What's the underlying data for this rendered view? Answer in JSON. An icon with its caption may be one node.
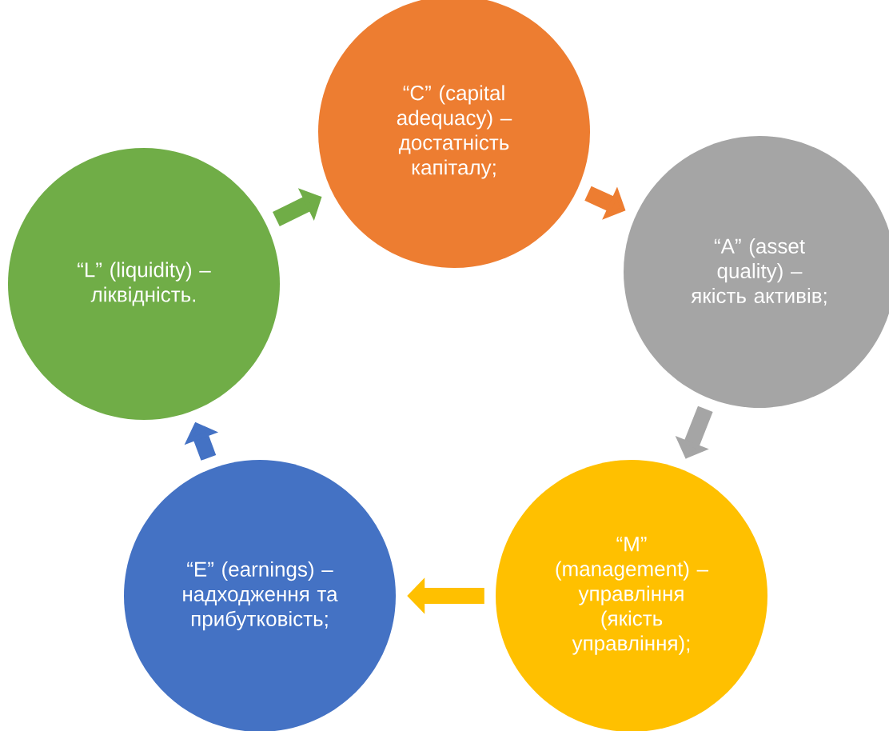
{
  "diagram": {
    "nodes": [
      {
        "text": [
          "“C” (capital adequacy) – достатність капіталу;"
        ]
      },
      {
        "text": [
          "“A” (asset quality) – якість активів;"
        ]
      },
      {
        "text": [
          "“M” (management) – управління (якість управління);"
        ]
      },
      {
        "text": [
          "“E” (earnings) – надходження та прибутковість;"
        ]
      },
      {
        "text": [
          "“L” (liquidity) – ліквідність."
        ]
      }
    ],
    "edges": [
      {
        "from": 0,
        "to": 1,
        "arrow": "to",
        "color": "#ed7d31"
      },
      {
        "from": 1,
        "to": 2,
        "arrow": "to",
        "color": "#a5a5a5"
      },
      {
        "from": 2,
        "to": 3,
        "arrow": "to",
        "color": "#ffc000"
      },
      {
        "from": 3,
        "to": 4,
        "arrow": "to",
        "color": "#4472c4"
      },
      {
        "from": 4,
        "to": 0,
        "arrow": "to",
        "color": "#70ad47"
      }
    ]
  }
}
